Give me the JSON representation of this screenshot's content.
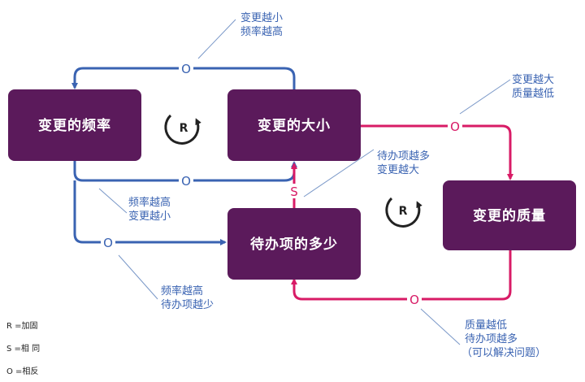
{
  "colors": {
    "box": "#5b1a5b",
    "blue": "#3a63b2",
    "pink": "#d81b66",
    "leader": "#7a98c8",
    "loop": "#222222"
  },
  "boxes": {
    "frequency": "变更的频率",
    "size": "变更的大小",
    "quality": "变更的质量",
    "backlog": "待办项的多少"
  },
  "link_labels": {
    "size_to_frequency": "O",
    "frequency_to_size": "O",
    "frequency_to_backlog": "O",
    "size_to_quality": "O",
    "backlog_to_size": "S",
    "quality_to_backlog": "O"
  },
  "notes": {
    "top": [
      "变更越小",
      "频率越高"
    ],
    "frequency_to_size": [
      "频率越高",
      "变更越小"
    ],
    "frequency_to_backlog": [
      "频率越高",
      "待办项越少"
    ],
    "backlog_to_size": [
      "待办项越多",
      "变更越大"
    ],
    "size_to_quality": [
      "变更越大",
      "质量越低"
    ],
    "quality_to_backlog": [
      "质量越低",
      "待办项越多",
      "（可以解决问题）"
    ]
  },
  "loops": {
    "left": "R",
    "right": "R"
  },
  "legend": [
    "R =加固",
    "S =相 同",
    "O =相反"
  ]
}
